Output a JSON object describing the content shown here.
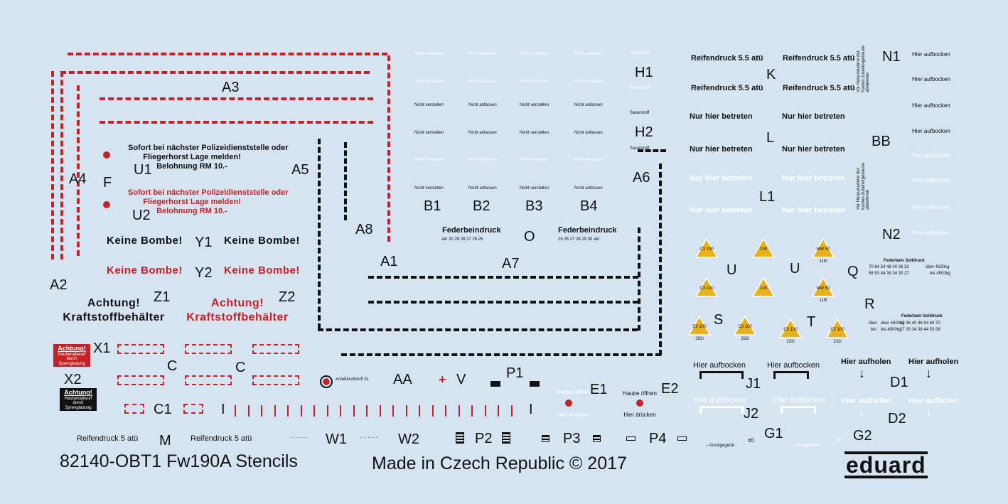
{
  "red_stencils": {
    "sofort_1": "Sofort bei nächster Polizeidienststelle oder",
    "sofort_2": "Fliegerhorst Lage melden!",
    "sofort_3": "Belohnung RM  10.-",
    "keine_bombe": "Keine Bombe!",
    "achtung": "Achtung!",
    "kraftstoff": "Kraftstoffbehälter",
    "sign_title": "Achtung!",
    "sign_line1": "Haubenabwurf",
    "sign_line2": "durch Sprengladung"
  },
  "labels": {
    "A1": "A1",
    "A2": "A2",
    "A3": "A3",
    "A4": "A4",
    "A5": "A5",
    "A6": "A6",
    "A7": "A7",
    "A8": "A8",
    "F": "F",
    "U1": "U1",
    "U2": "U2",
    "Y1": "Y1",
    "Y2": "Y2",
    "Z1": "Z1",
    "Z2": "Z2",
    "X1": "X1",
    "X2": "X2",
    "C": "C",
    "C1": "C1",
    "B1": "B1",
    "B2": "B2",
    "B3": "B3",
    "B4": "B4",
    "H1": "H1",
    "H2": "H2",
    "O": "O",
    "AA": "AA",
    "V": "V",
    "P1": "P1",
    "P2": "P2",
    "P3": "P3",
    "P4": "P4",
    "E1": "E1",
    "E2": "E2",
    "W1": "W1",
    "W2": "W2",
    "M": "M",
    "I": "I",
    "K": "K",
    "L": "L",
    "L1": "L1",
    "N1": "N1",
    "N2": "N2",
    "BB": "BB",
    "U": "U",
    "Q": "Q",
    "R": "R",
    "S": "S",
    "T": "T",
    "J1": "J1",
    "J2": "J2",
    "D1": "D1",
    "D2": "D2",
    "G1": "G1",
    "G2": "G2"
  },
  "stencil_text": {
    "nicht_verstellen": "Nicht verstellen",
    "nicht_anfassen": "Nicht anfassen",
    "sauerstoff": "Sauerstoff",
    "federbeindruck": "Federbeindruck",
    "feder_scale_left": "atü  30  29  28  27  26  25",
    "feder_scale_right": "25  26  27  28  29  30  atü",
    "reifendruck_55": "Reifendruck 5.5 atü",
    "reifendruck_5": "Reifendruck 5 atü",
    "nur_hier": "Nur hier betreten",
    "hier_aufbocken": "Hier aufbocken",
    "hier_aufholen": "Hier aufholen",
    "anlasskraftstoff": "Anlaßkraftstoff 3L",
    "haube_oeffnen": "Haube öffnen",
    "hier_druecken": "Hier drücken",
    "anzeigegeraet": "– Anzeigegerät",
    "vertical_note": "Vor Herausnahme der Kästen Zubehörgebäude abnehmen",
    "federbein_sollruck": "Federbein Solldruck",
    "federbein_row1": "70  64  54  48  40  36  32",
    "federbein_row2": "58  53  44  38  34  30  27",
    "ueber_4500": "über  4500kg",
    "bis_4500": "bis  4500kg",
    "federbein_r_row1": "32  36  40  48  54  64  70",
    "federbein_r_row2": "27  30  34  38  44  53  58",
    "ueber_short": "über",
    "bis_short": "bis",
    "tri_c3": "C3",
    "tri_100": "100",
    "tri_mw": "MW",
    "tri_50": "50",
    "tri_c2": "C2",
    "tri_115": "115l",
    "tri_292": "292l",
    "tri_232": "232l"
  },
  "footer": {
    "product": "82140-OBT1 Fw190A Stencils",
    "made_in": "Made in Czech Republic  ©  2017",
    "brand": "eduard"
  },
  "colors": {
    "background": "#d6e4f2",
    "stencil_red": "#c42226",
    "stencil_black": "#111111",
    "triangle_yellow": "#e8b21c"
  }
}
